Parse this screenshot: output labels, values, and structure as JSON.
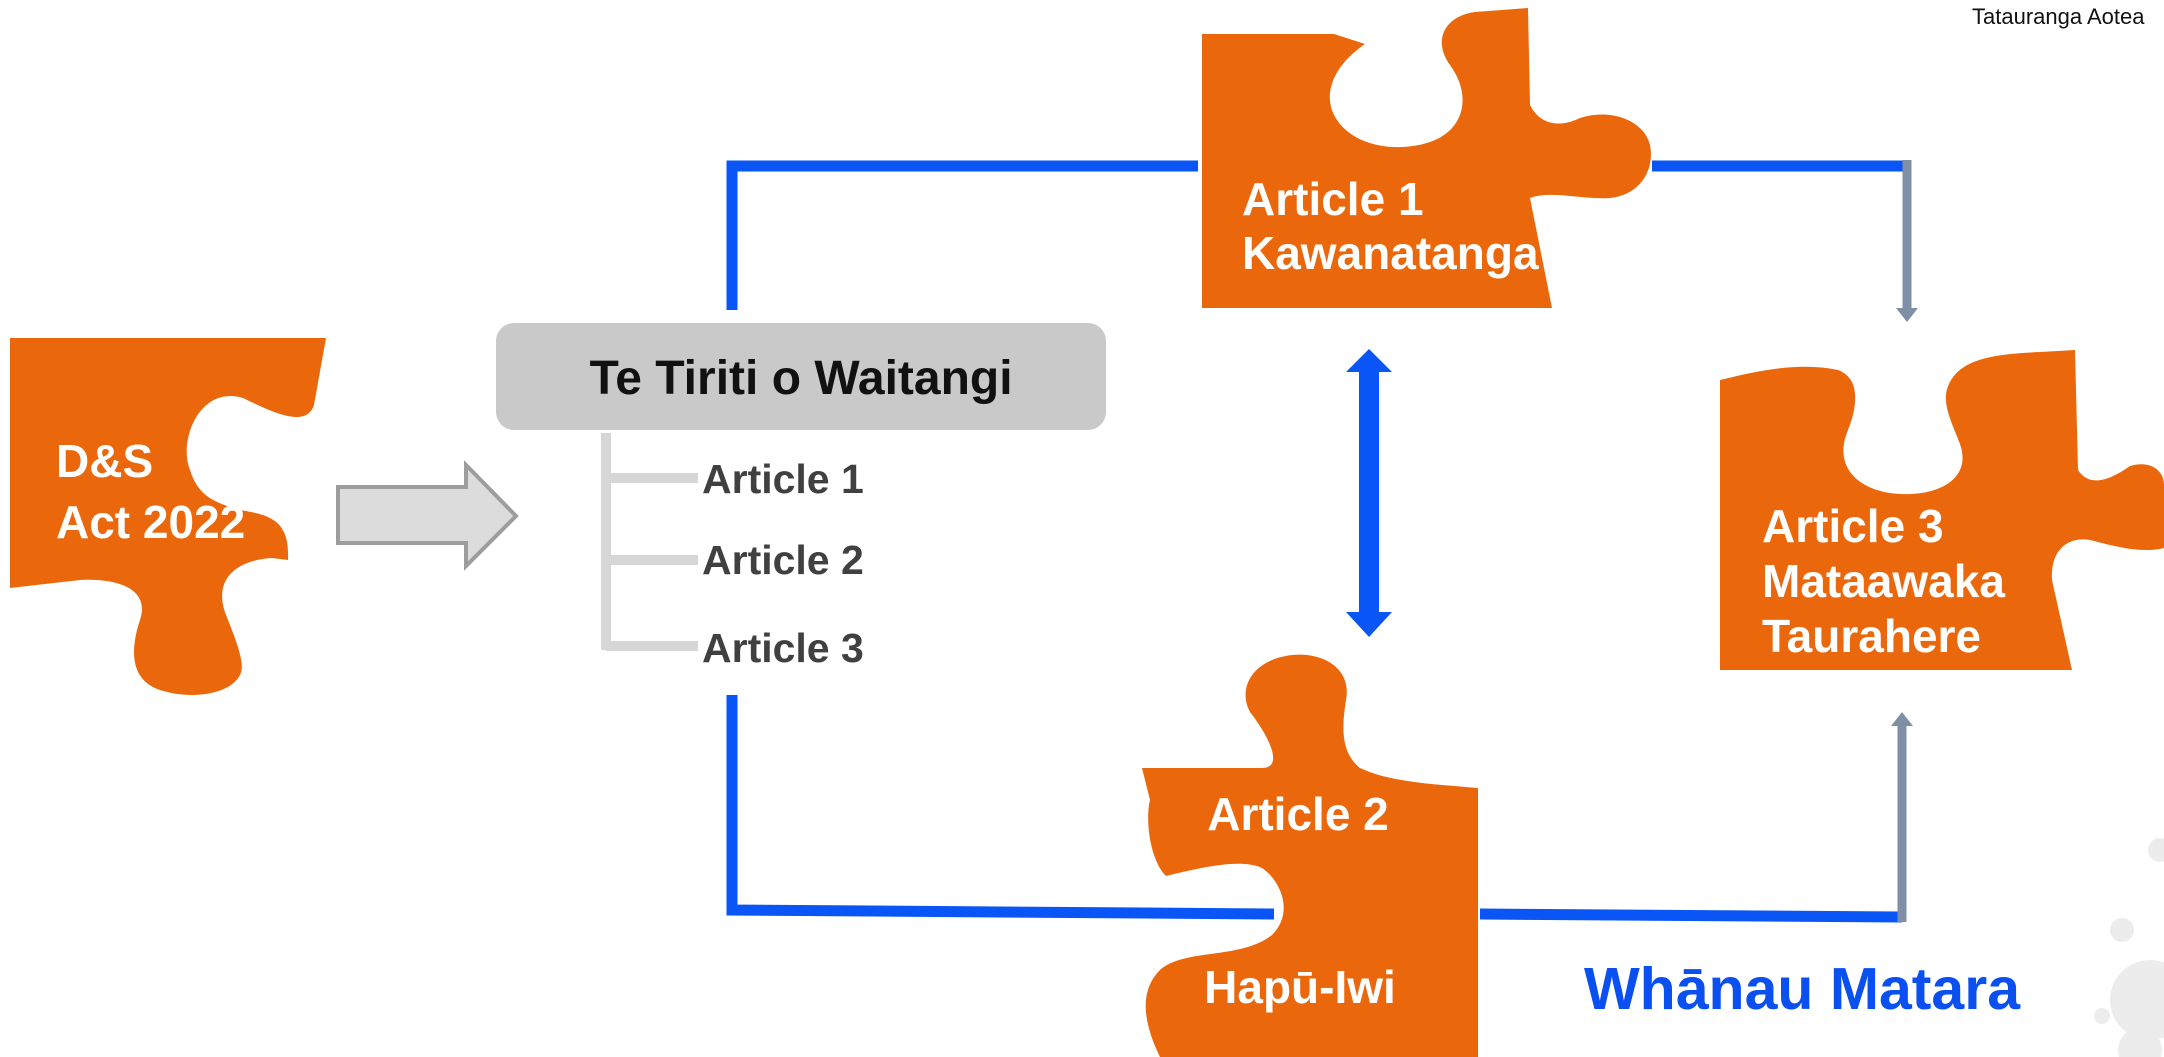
{
  "corner_label": "Tatauranga Aotea",
  "left_piece": {
    "line1": "D&S",
    "line2": "Act 2022"
  },
  "treaty_box": {
    "title": "Te Tiriti o Waitangi",
    "items": [
      "Article 1",
      "Article 2",
      "Article 3"
    ]
  },
  "piece_article1": {
    "line1": "Article 1",
    "line2": "Kawanatanga"
  },
  "piece_article2": {
    "line1": "Article 2",
    "line2": "Hapū-Iwi"
  },
  "piece_article3": {
    "line1": "Article 3",
    "line2": "Mataawaka",
    "line3": "Taurahere"
  },
  "caption": "Whānau Matara",
  "colors": {
    "puzzle_orange": "#eb670b",
    "connector_blue": "#0a55f5",
    "box_grey": "#c9c9c9",
    "arrow_grey": "#dcdcdc"
  }
}
